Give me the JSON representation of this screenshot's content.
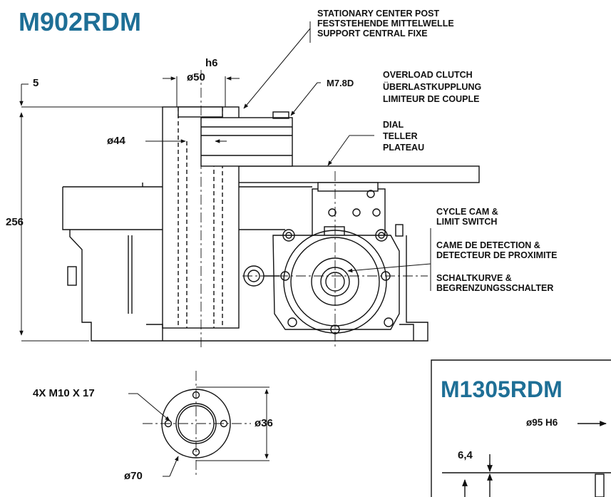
{
  "titles": {
    "main": "M902RDM",
    "secondary": "M1305RDM"
  },
  "callouts": {
    "center_post": [
      "STATIONARY CENTER POST",
      "FESTSTEHENDE MITTELWELLE",
      "SUPPORT CENTRAL FIXE"
    ],
    "overload_clutch": [
      "OVERLOAD CLUTCH",
      "ÜBERLASTKUPPLUNG",
      "LIMITEUR DE COUPLE"
    ],
    "dial": [
      "DIAL",
      "TELLER",
      "PLATEAU"
    ],
    "cycle_cam_en": [
      "CYCLE CAM &",
      "LIMIT SWITCH"
    ],
    "cycle_cam_fr": [
      "CAME DE DETECTION &",
      "DETECTEUR DE PROXIMITE"
    ],
    "cycle_cam_de": [
      "SCHALTKURVE &",
      "BEGRENZUNGSSCHALTER"
    ]
  },
  "dimensions": {
    "h6": "h6",
    "d50": "ø50",
    "five": "5",
    "m78d": "M7.8D",
    "d44": "ø44",
    "h256": "256",
    "bolts": "4X M10 X 17",
    "d36": "ø36",
    "d70": "ø70",
    "d95": "ø95 H6",
    "six4": "6,4"
  }
}
